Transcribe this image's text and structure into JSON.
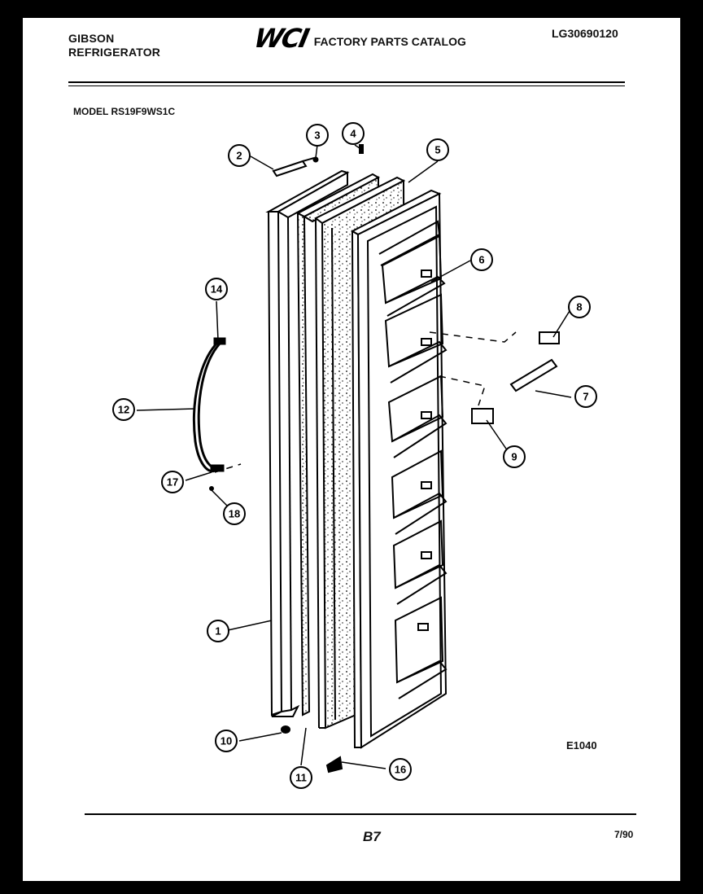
{
  "header": {
    "brand_line1": "GIBSON",
    "brand_line2": "REFRIGERATOR",
    "logo_text": "WCI",
    "catalog_title": "FACTORY PARTS CATALOG",
    "catalog_number": "LG30690120"
  },
  "model_label": "MODEL RS19F9WS1C",
  "callouts": [
    "1",
    "2",
    "3",
    "4",
    "5",
    "6",
    "7",
    "8",
    "9",
    "10",
    "11",
    "12",
    "14",
    "16",
    "17",
    "18"
  ],
  "diagram_code": "E1040",
  "footer": {
    "page": "B7",
    "date": "7/90"
  }
}
